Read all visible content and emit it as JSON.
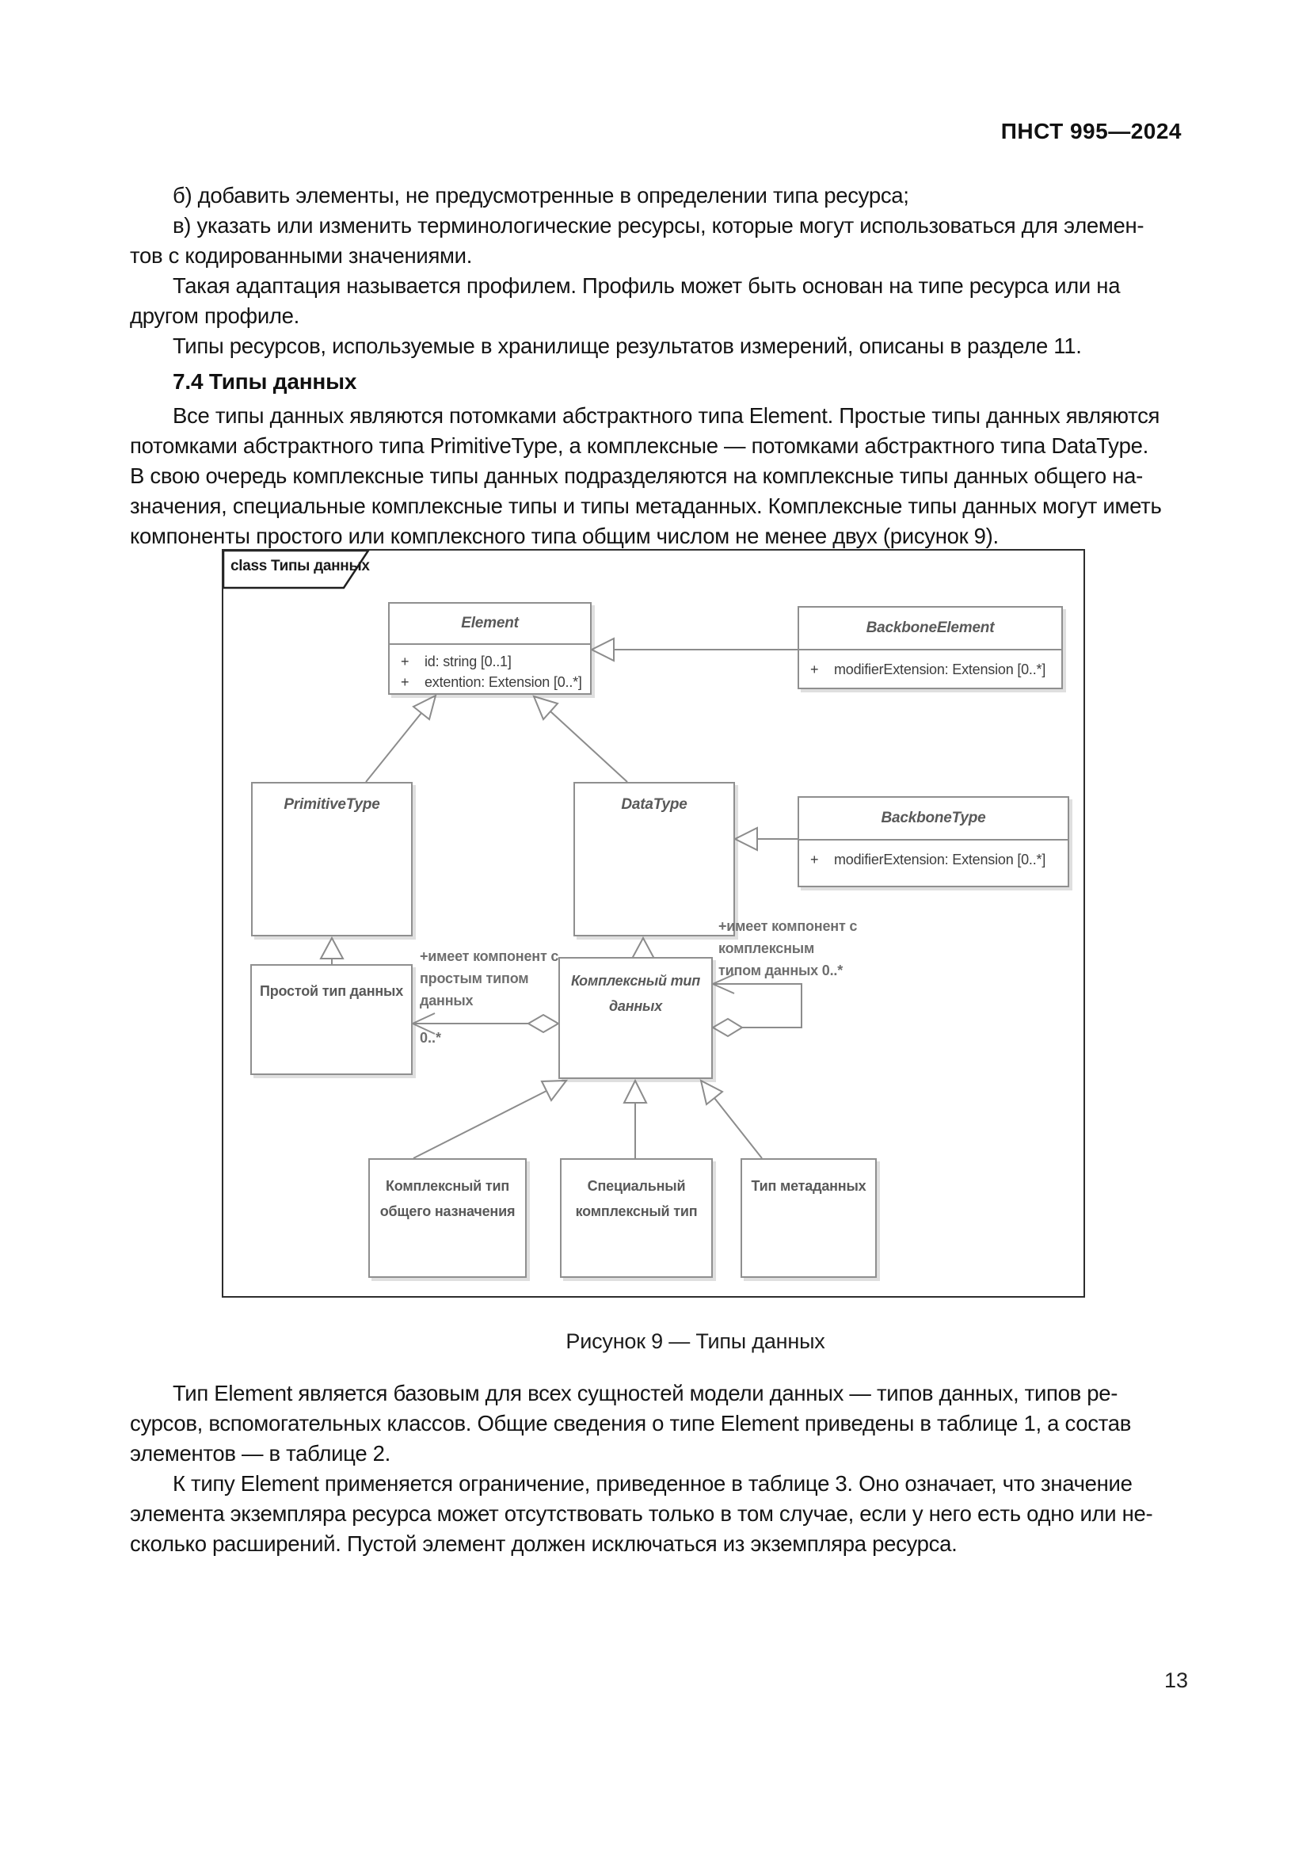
{
  "page": {
    "header": "ПНСТ 995—2024",
    "page_number": "13"
  },
  "intro_lines": [
    "б) добавить элементы, не предусмотренные в определении типа ресурса;",
    "в) указать или изменить терминологические ресурсы, которые могут использоваться для элемен-",
    "тов с кодированными значениями.",
    "Такая адаптация называется профилем. Профиль может быть основан на типе ресурса или на",
    "другом профиле.",
    "Типы ресурсов, используемые в хранилище результатов измерений, описаны в разделе 11."
  ],
  "section": {
    "heading": "7.4 Типы данных",
    "lines": [
      "Все типы данных являются потомками абстрактного типа Element. Простые типы данных являются",
      "потомками абстрактного типа PrimitiveType, а комплексные — потомками абстрактного типа DataType.",
      "В свою очередь комплексные типы данных подразделяются на комплексные типы данных общего на-",
      "значения, специальные комплексные типы и типы метаданных. Комплексные типы данных могут иметь",
      "компоненты простого или комплексного типа общим числом не менее двух (рисунок 9)."
    ]
  },
  "figure": {
    "caption": "Рисунок 9 — Типы данных"
  },
  "outro1_lines": [
    "Тип Element является базовым для всех сущностей модели данных — типов данных, типов ре-",
    "сурсов, вспомогательных классов. Общие сведения о типе Element приведены в таблице 1, а состав",
    "элементов — в таблице 2."
  ],
  "outro2_lines": [
    "К типу Element применяется ограничение, приведенное в таблице 3. Оно означает, что значение",
    "элемента экземпляра ресурса может отсутствовать только в том случае, если у него есть одно или не-",
    "сколько расширений. Пустой элемент должен исключаться из экземпляра ресурса."
  ],
  "diagram": {
    "frame_label": "class Типы данных",
    "element": {
      "title": "Element",
      "attrs": [
        {
          "vis": "+",
          "text": "id: string [0..1]"
        },
        {
          "vis": "+",
          "text": "extention: Extension [0..*]"
        }
      ]
    },
    "backbone_element": {
      "title": "BackboneElement",
      "attrs": [
        {
          "vis": "+",
          "text": "modifierExtension: Extension [0..*]"
        }
      ]
    },
    "primitive_type": {
      "title": "PrimitiveType"
    },
    "data_type": {
      "title": "DataType"
    },
    "backbone_type": {
      "title": "BackboneType",
      "attrs": [
        {
          "vis": "+",
          "text": "modifierExtension: Extension [0..*]"
        }
      ]
    },
    "simple_type": {
      "title": "Простой тип данных"
    },
    "complex_type": {
      "line1": "Комплексный тип",
      "line2": "данных"
    },
    "general_complex": {
      "line1": "Комплексный тип",
      "line2": "общего назначения"
    },
    "special_complex": {
      "line1": "Специальный",
      "line2": "комплексный тип"
    },
    "metadata_type": {
      "title": "Тип метаданных"
    },
    "assoc_simple": {
      "line1": "+имеет компонент с",
      "line2": "простым типом",
      "line3": "данных",
      "mult": "0..*"
    },
    "assoc_complex": {
      "line1": "+имеет компонент с",
      "line2": "комплексным",
      "line3": "типом данных 0..*"
    }
  }
}
